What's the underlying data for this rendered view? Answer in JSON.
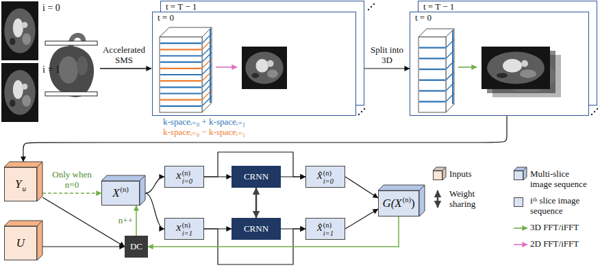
{
  "diagram": {
    "nodes": [
      {
        "text": [
          "t = T − 1"
        ]
      },
      {
        "text": [
          "t = 0"
        ]
      },
      {
        "text": [
          "t = T − 1"
        ]
      },
      {
        "text": [
          "t = 0"
        ]
      },
      {
        "text": [
          "Y",
          "u"
        ]
      },
      {
        "text": [
          "U"
        ]
      },
      {
        "text": [
          "X",
          "(n)"
        ]
      },
      {
        "text": [
          "x",
          "(n)",
          "i=0"
        ]
      },
      {
        "text": [
          "x",
          "(n)",
          "i=1"
        ]
      },
      {
        "text": [
          "CRNN"
        ]
      },
      {
        "text": [
          "CRNN"
        ]
      },
      {
        "text": [
          "x̂",
          "(n)",
          "i=0"
        ]
      },
      {
        "text": [
          "x̂",
          "(n)",
          "i=1"
        ]
      },
      {
        "text": [
          "G(X",
          "(n)",
          ")"
        ]
      },
      {
        "text": [
          "DC"
        ]
      }
    ],
    "edges": [
      {
        "from": 0,
        "to": 3,
        "label": "Split into 3D",
        "arrow": "to"
      },
      {
        "from": 3,
        "to": 4,
        "arrow": "to"
      },
      {
        "from": 4,
        "to": 6,
        "label": "Only when n=0",
        "arrow": "to"
      },
      {
        "from": 4,
        "to": 14,
        "arrow": "to"
      },
      {
        "from": 5,
        "to": 14,
        "arrow": "to"
      },
      {
        "from": 14,
        "to": 6,
        "label": "n++",
        "arrow": "to"
      },
      {
        "from": 6,
        "to": 7,
        "arrow": "to"
      },
      {
        "from": 6,
        "to": 8,
        "arrow": "to"
      },
      {
        "from": 7,
        "to": 9,
        "arrow": "to"
      },
      {
        "from": 8,
        "to": 10,
        "arrow": "to"
      },
      {
        "from": 9,
        "to": 11,
        "arrow": "to"
      },
      {
        "from": 10,
        "to": 12,
        "arrow": "to"
      },
      {
        "from": 7,
        "to": 11,
        "arrow": "to"
      },
      {
        "from": 8,
        "to": 12,
        "arrow": "to"
      },
      {
        "from": 9,
        "to": 10,
        "arrow": "both"
      },
      {
        "from": 11,
        "to": 13,
        "arrow": "to"
      },
      {
        "from": 12,
        "to": 13,
        "arrow": "to"
      },
      {
        "from": 13,
        "to": 14,
        "arrow": "to"
      }
    ],
    "labels": [
      "i = 0",
      "i = 1",
      "Accelerated SMS",
      "k-spaceᵢ₌₀ + k-spaceᵢ₌₁",
      "k-spaceᵢ₌₀ − k-spaceᵢ₌₁"
    ],
    "legend": [
      {
        "text": "Inputs",
        "color": "#fbe5d6"
      },
      {
        "text": "Weight sharing"
      },
      {
        "text": "Multi-slice image sequence"
      },
      {
        "text": "iᵗʰ slice image sequence",
        "color": "#dae3f3"
      },
      {
        "text": "3D FFT/iFFT"
      },
      {
        "text": "2D FFT/iFFT"
      }
    ]
  }
}
